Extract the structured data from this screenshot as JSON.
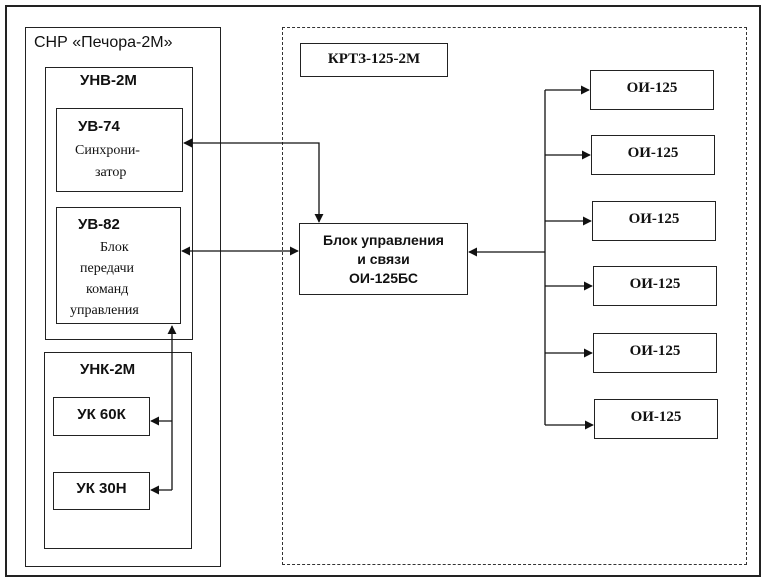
{
  "snr": {
    "title": "СНР «Печора-2М»"
  },
  "unv": {
    "title": "УНВ-2М",
    "uv74": {
      "name": "УВ-74",
      "desc1": "Синхрони-",
      "desc2": "затор"
    },
    "uv82": {
      "name": "УВ-82",
      "desc1": "Блок",
      "desc2": "передачи",
      "desc3": "команд",
      "desc4": "управления"
    }
  },
  "unk": {
    "title": "УНК-2М",
    "uk60": "УК 60К",
    "uk30": "УК 30Н"
  },
  "krtz": {
    "title": "КРТЗ-125-2М",
    "control": {
      "line1": "Блок управления",
      "line2": "и связи",
      "line3": "ОИ-125БС"
    },
    "oi": [
      "ОИ-125",
      "ОИ-125",
      "ОИ-125",
      "ОИ-125",
      "ОИ-125",
      "ОИ-125"
    ]
  }
}
